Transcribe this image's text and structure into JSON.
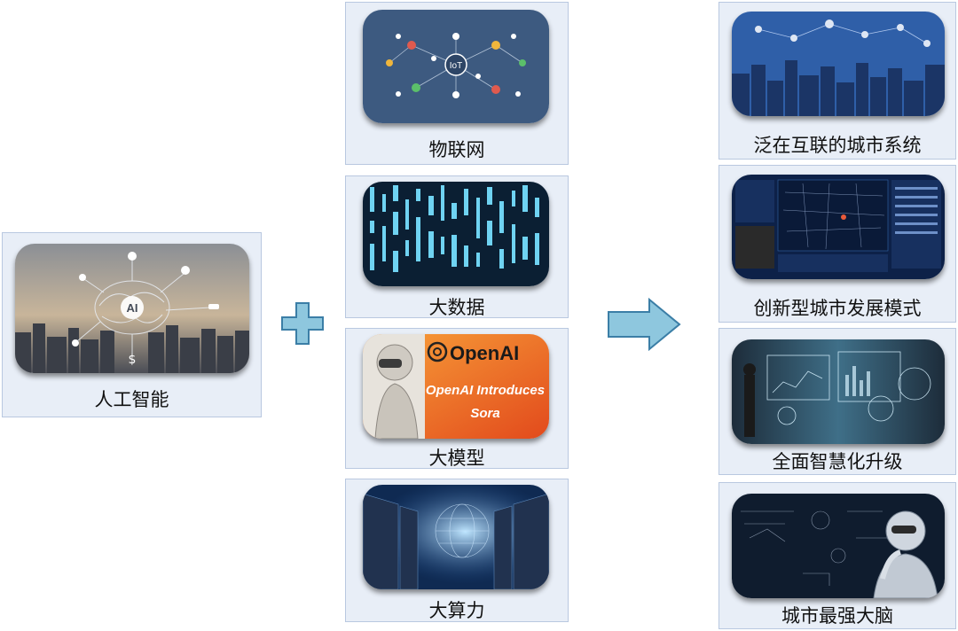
{
  "left": {
    "caption": "人工智能",
    "ai_badge": "AI"
  },
  "middle": [
    {
      "caption": "物联网",
      "badge": "IoT"
    },
    {
      "caption": "大数据"
    },
    {
      "caption": "大模型",
      "brand": "OpenAI",
      "headline_1": "OpenAI Introduces",
      "headline_2": "Sora"
    },
    {
      "caption": "大算力"
    }
  ],
  "right": [
    {
      "caption": "泛在互联的城市系统"
    },
    {
      "caption": "创新型城市发展模式"
    },
    {
      "caption": "全面智慧化升级"
    },
    {
      "caption": "城市最强大脑"
    }
  ],
  "colors": {
    "panel_bg": "#e8eef7",
    "panel_border": "#b9c8e0",
    "operator_fill": "#8ec7de",
    "operator_stroke": "#3b7ea6"
  }
}
